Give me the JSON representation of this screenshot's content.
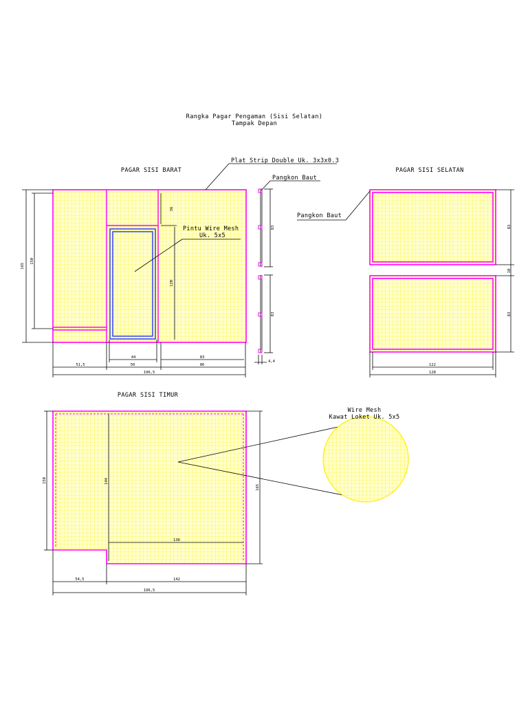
{
  "title": {
    "line1": "Rangka Pagar Pengaman (Sisi Selatan)",
    "line2": "Tampak Depan"
  },
  "barat": {
    "heading": "PAGAR SISI BARAT",
    "callout_plat": "Plat Strip Double Uk. 3x3x0.3",
    "callout_pangkon": "Pangkon Baut",
    "callout_pintu_1": "Pintu Wire Mesh",
    "callout_pintu_2": "Uk. 5x5",
    "dims": {
      "h_outer": "165",
      "h_inner": "150",
      "d_36": "36",
      "d_120": "120",
      "d_44": "44",
      "d_83": "83",
      "d_51_5": "51,5",
      "d_50": "50",
      "d_86": "86",
      "d_196_5": "196,5",
      "side_83a": "83",
      "side_83b": "83",
      "side_4_4": "4,4"
    }
  },
  "selatan": {
    "heading": "PAGAR SISI SELATAN",
    "callout_pangkon": "Pangkon Baut",
    "dims": {
      "d_83a": "83",
      "d_10": "10",
      "d_83b": "83",
      "d_122": "122",
      "d_128": "128"
    }
  },
  "timur": {
    "heading": "PAGAR SISI TIMUR",
    "dims": {
      "d_150": "150",
      "d_144": "144",
      "d_165": "165",
      "d_136": "136",
      "d_54_5": "54,5",
      "d_142": "142",
      "d_196_5": "196,5"
    }
  },
  "detail": {
    "line1": "Wire Mesh",
    "line2": "Kawat Loket Uk. 5x5"
  },
  "colors": {
    "frame": "#ff00ff",
    "mesh_fill": "#ffffcc",
    "mesh_line": "#ffee00",
    "door": "#2233ff"
  }
}
